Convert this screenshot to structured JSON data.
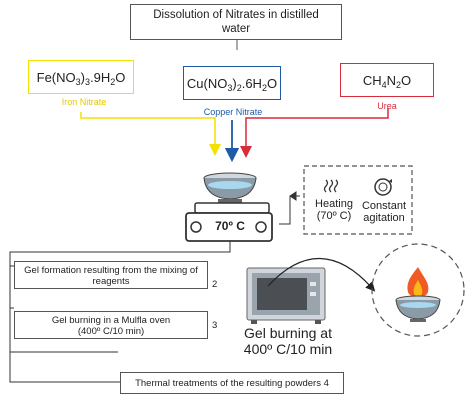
{
  "title": {
    "line1": "Dissolution of Nitrates in distilled",
    "line2": "water"
  },
  "reagents": [
    {
      "formula_a": "Fe(NO",
      "sub1": "3",
      "formula_b": ")",
      "sub2": "3",
      "formula_c": ".9H",
      "sub3": "2",
      "formula_d": "O",
      "label": "Iron Nitrate",
      "color": "#f2e200"
    },
    {
      "formula_a": "Cu(NO",
      "sub1": "3",
      "formula_b": ")",
      "sub2": "2",
      "formula_c": ".6H",
      "sub3": "2",
      "formula_d": "O",
      "label": "Copper Nitrate",
      "color": "#1f5aa6"
    },
    {
      "formula_a": "CH",
      "sub1": "4",
      "formula_b": "N",
      "sub2": "2",
      "formula_c": "O",
      "sub3": "",
      "formula_d": "",
      "label": "Urea",
      "color": "#d92b3a"
    }
  ],
  "hotplate": {
    "temperature": "70º C"
  },
  "heating": {
    "label1": "Heating",
    "label2": "(70º C)"
  },
  "agitation": {
    "label1": "Constant",
    "label2": "agitation"
  },
  "steps": [
    {
      "line1": "Gel formation resulting from the mixing of",
      "line2": "reagents",
      "number": "2"
    },
    {
      "line1": "Gel burning in a Mulfla oven",
      "line2": "(400º C/10 min)",
      "number": "3"
    },
    {
      "line1": "Thermal treatments of the resulting powders 4",
      "line2": "",
      "number": ""
    }
  ],
  "oven": {
    "caption1": "Gel burning at",
    "caption2": "400º C/10 min"
  },
  "colors": {
    "flame_outer": "#f05a24",
    "flame_inner": "#fcb615",
    "liquid": "#a9d8ee"
  }
}
